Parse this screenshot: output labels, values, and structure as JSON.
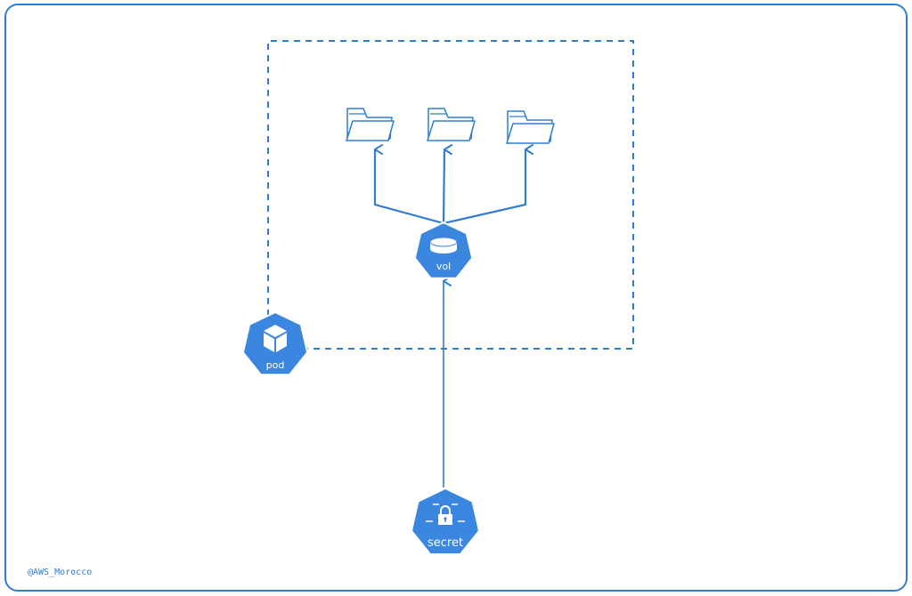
{
  "diagram": {
    "colors": {
      "primary": "#2e7dd1",
      "node_fill": "#3b86de",
      "background": "#ffffff"
    },
    "nodes": {
      "pod": {
        "label": "pod",
        "icon": "cube-icon"
      },
      "vol": {
        "label": "vol",
        "icon": "disk-icon"
      },
      "secret": {
        "label": "secret",
        "icon": "lock-icon"
      },
      "folders": [
        {
          "icon": "folder-icon"
        },
        {
          "icon": "folder-icon"
        },
        {
          "icon": "folder-icon"
        }
      ]
    },
    "edges": [
      {
        "from": "secret",
        "to": "vol"
      },
      {
        "from": "vol",
        "to": "folder-1"
      },
      {
        "from": "vol",
        "to": "folder-2"
      },
      {
        "from": "vol",
        "to": "folder-3"
      }
    ],
    "credit": "@AWS_Morocco"
  }
}
